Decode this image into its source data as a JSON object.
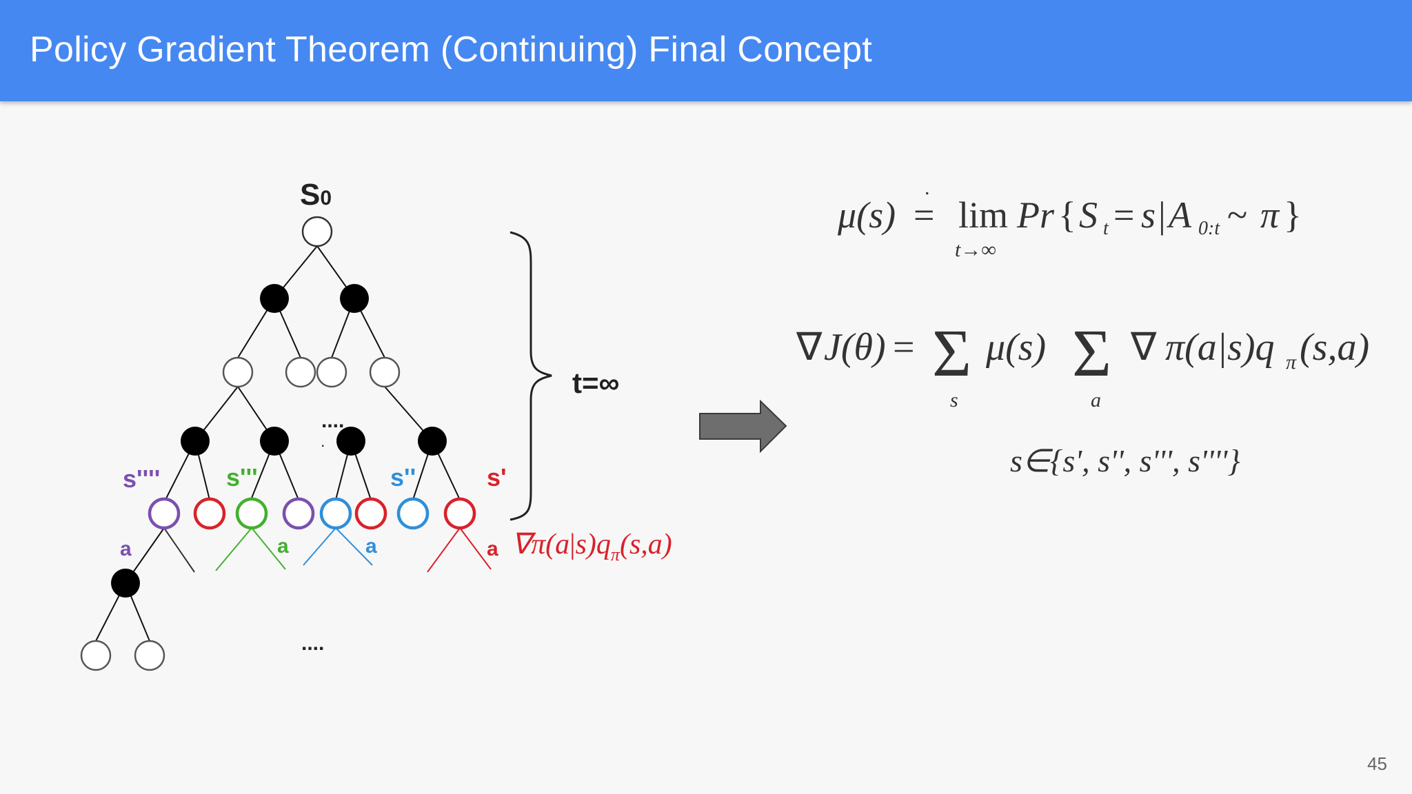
{
  "slide": {
    "title": "Policy Gradient Theorem (Continuing) Final Concept",
    "page_number": "45"
  },
  "diagram": {
    "root_label": "S",
    "root_subscript": "0",
    "horizon_label": "t=∞",
    "ellipsis_mid": "....",
    "ellipsis_bottom": "....",
    "state_labels": {
      "s4": "s''''",
      "s3": "s'''",
      "s2": "s''",
      "s1": "s'"
    },
    "action_label": "a",
    "red_formula": "∇π(a|s)qπ(s,a)",
    "colors": {
      "purple": "#7b4fb0",
      "red": "#d8222a",
      "green": "#42b02e",
      "blue": "#2f8fd8",
      "black": "#000000",
      "arrow": "#6e6e6e",
      "title_bar": "#4688f1"
    }
  },
  "equations": {
    "mu_def": "μ(s) ≐ lim Pr{S_t = s | A_0:t ~ π}, t→∞",
    "gradient": "∇J(θ) = Σ_s μ(s) Σ_a ∇π(a|s) q_π(s,a)",
    "set": "s∈{s', s'', s''', s''''}"
  }
}
